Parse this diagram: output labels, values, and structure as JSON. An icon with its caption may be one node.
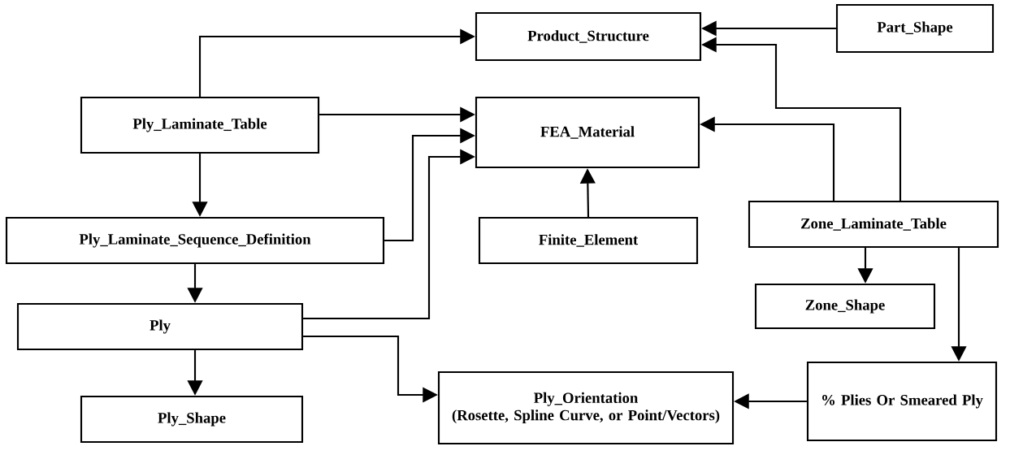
{
  "diagram": {
    "nodes": [
      {
        "text": [
          "Product_Structure"
        ]
      },
      {
        "text": [
          "Part_Shape"
        ]
      },
      {
        "text": [
          "Ply_Laminate_Table"
        ]
      },
      {
        "text": [
          "FEA_Material"
        ]
      },
      {
        "text": [
          "Ply_Laminate_Sequence_Definition"
        ]
      },
      {
        "text": [
          "Finite_Element"
        ]
      },
      {
        "text": [
          "Zone_Laminate_Table"
        ]
      },
      {
        "text": [
          "Zone_Shape"
        ]
      },
      {
        "text": [
          "Ply"
        ]
      },
      {
        "text": [
          "Ply_Orientation",
          "(Rosette, Spline Curve, or Point/Vectors)"
        ]
      },
      {
        "text": [
          "Ply_Shape"
        ]
      },
      {
        "text": [
          "% Plies Or Smeared Ply"
        ]
      }
    ],
    "edges": [
      {
        "from": 2,
        "to": 0,
        "arrow": "to"
      },
      {
        "from": 1,
        "to": 0,
        "arrow": "to"
      },
      {
        "from": 6,
        "to": 0,
        "arrow": "to"
      },
      {
        "from": 2,
        "to": 3,
        "arrow": "to"
      },
      {
        "from": 4,
        "to": 3,
        "arrow": "to"
      },
      {
        "from": 8,
        "to": 3,
        "arrow": "to"
      },
      {
        "from": 5,
        "to": 3,
        "arrow": "to"
      },
      {
        "from": 6,
        "to": 3,
        "arrow": "to"
      },
      {
        "from": 2,
        "to": 4,
        "arrow": "to"
      },
      {
        "from": 4,
        "to": 8,
        "arrow": "to"
      },
      {
        "from": 6,
        "to": 7,
        "arrow": "to"
      },
      {
        "from": 6,
        "to": 11,
        "arrow": "to"
      },
      {
        "from": 8,
        "to": 9,
        "arrow": "to"
      },
      {
        "from": 8,
        "to": 10,
        "arrow": "to"
      },
      {
        "from": 11,
        "to": 9,
        "arrow": "to"
      }
    ]
  }
}
